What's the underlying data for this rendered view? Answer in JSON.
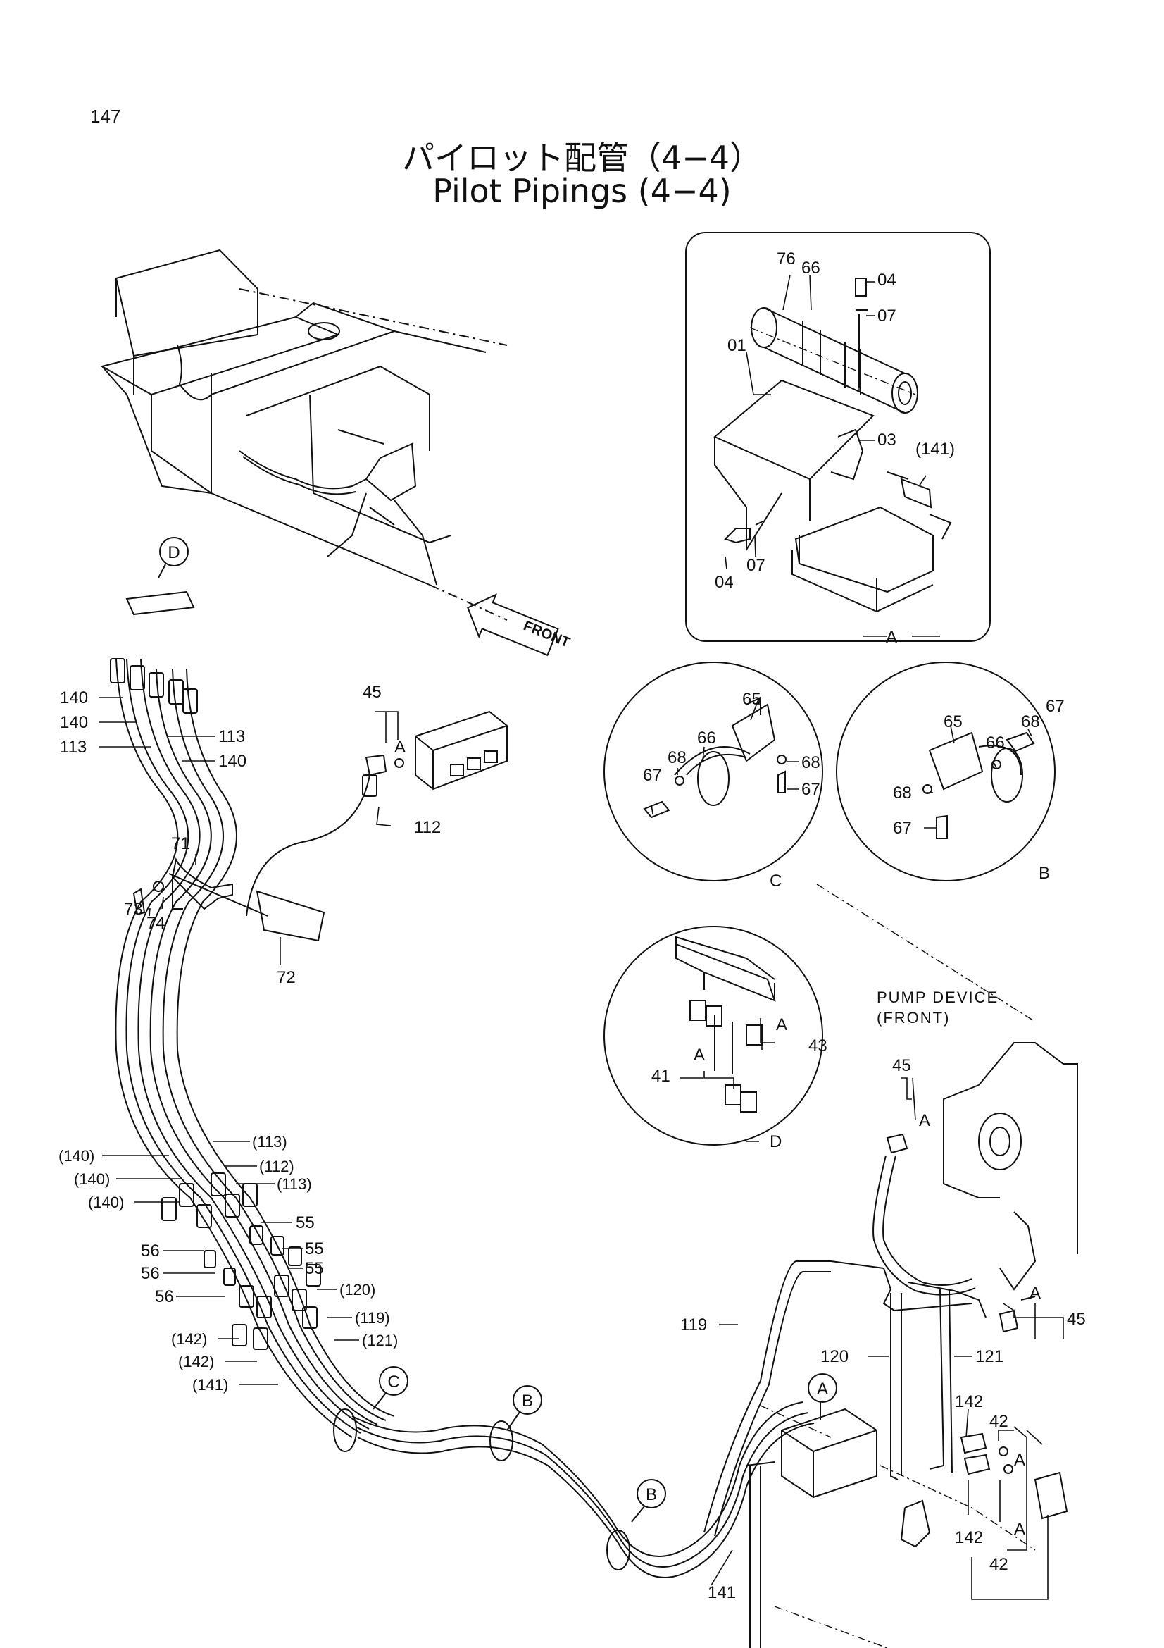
{
  "page_number": "147",
  "title_jp": "パイロット配管（4−4）",
  "title_en": "Pilot Pipings (4−4)",
  "front_arrow": "FRONT",
  "pump_device_label": [
    "PUMP DEVICE",
    "(FRONT)"
  ],
  "detail_letters": {
    "a": "A",
    "b": "B",
    "c": "C",
    "d": "D"
  },
  "callout_letters": {
    "d": "D",
    "c": "C",
    "b": "B",
    "a": "A"
  },
  "detail_a_labels": {
    "p76": "76",
    "p66": "66",
    "p04_top": "04",
    "p07_top": "07",
    "p01": "01",
    "p03": "03",
    "p141": "(141)",
    "p04_bot": "04",
    "p07_bot": "07"
  },
  "detail_c_labels": {
    "p65": "65",
    "p66": "66",
    "p68_l": "68",
    "p68_r": "68",
    "p67_l": "67",
    "p67_r": "67"
  },
  "detail_b_labels": {
    "p65": "65",
    "p66": "66",
    "p68_t": "68",
    "p67_t": "67",
    "p68_b": "68",
    "p67_b": "67"
  },
  "detail_d_labels": {
    "a1": "A",
    "p43": "43",
    "a2": "A",
    "p41": "41"
  },
  "upper_labels": {
    "p45": "45",
    "a": "A",
    "p112": "112",
    "p140_1": "140",
    "p140_2": "140",
    "p113_l": "113",
    "p113_r": "113",
    "p140_r": "140",
    "p71": "71",
    "p73": "73",
    "p74": "74",
    "p72": "72"
  },
  "lower_left_labels": {
    "p140a": "(140)",
    "p140b": "(140)",
    "p140c": "(140)",
    "p113a": "(113)",
    "p112": "(112)",
    "p113b": "(113)",
    "p55a": "55",
    "p55b": "55",
    "p55c": "55",
    "p56a": "56",
    "p56b": "56",
    "p56c": "56",
    "p120": "(120)",
    "p119": "(119)",
    "p121": "(121)",
    "p142a": "(142)",
    "p142b": "(142)",
    "p141": "(141)"
  },
  "lower_right_labels": {
    "p45_t": "45",
    "a_t": "A",
    "p119": "119",
    "p120": "120",
    "p121": "121",
    "a_r": "A",
    "p45_r": "45",
    "p142_t": "142",
    "p42_t": "42",
    "a_m1": "A",
    "a_m2": "A",
    "p142_b": "142",
    "p42_b": "42",
    "p141": "141"
  }
}
